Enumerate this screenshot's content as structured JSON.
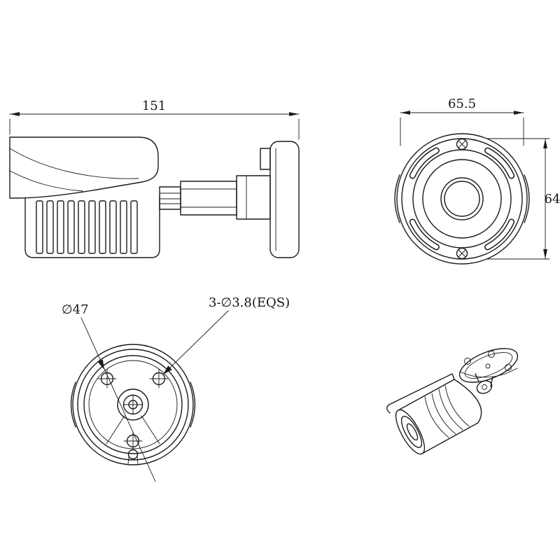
{
  "style": {
    "background_color": "#ffffff",
    "line_color": "#1b1b1b"
  },
  "views": {
    "side": {
      "dim_length": "151"
    },
    "front": {
      "dim_width": "65.5",
      "dim_height": "64"
    },
    "bottom": {
      "dim_inner_circle": "∅47",
      "dim_mount_holes": "3-∅3.8(EQS)"
    }
  }
}
